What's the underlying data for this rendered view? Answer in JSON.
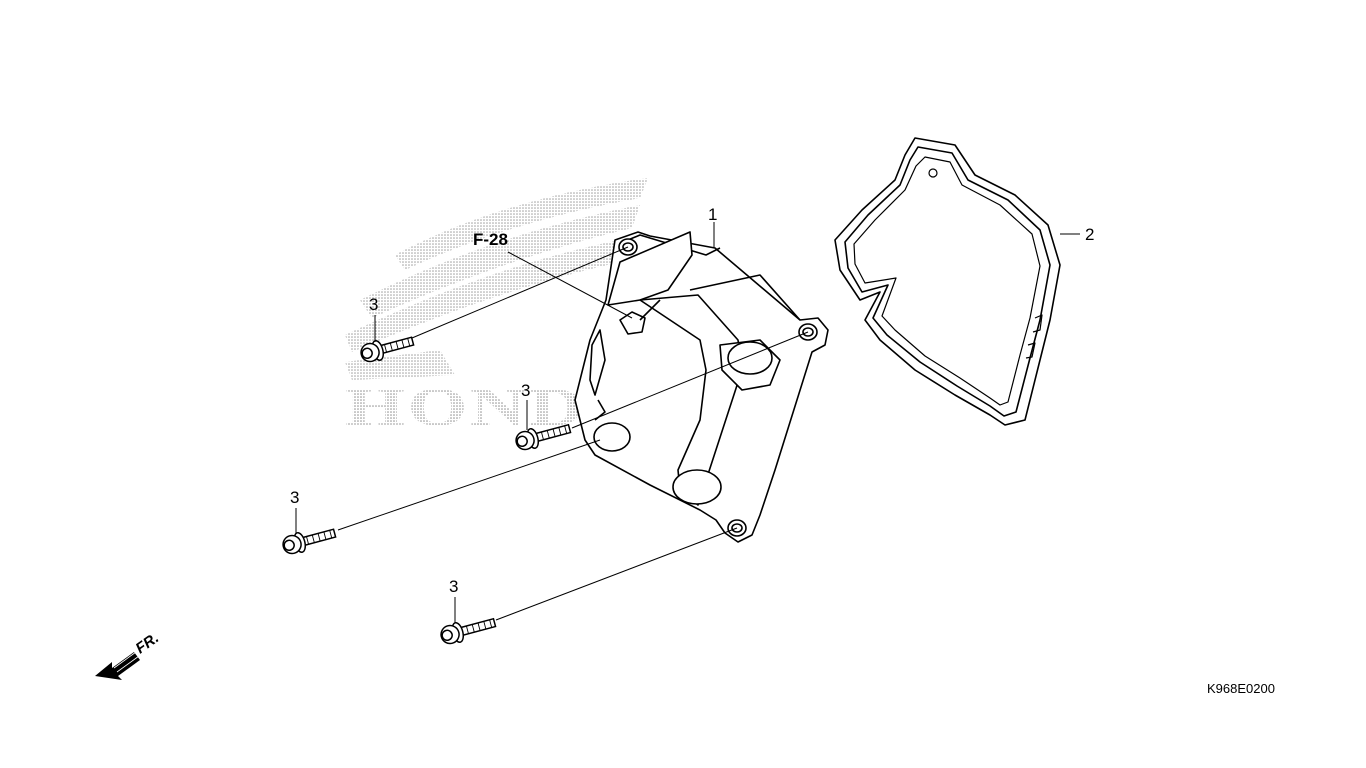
{
  "diagram": {
    "callouts": {
      "cover": "1",
      "gasket": "2",
      "bolt": "3"
    },
    "reference": "F-28",
    "direction_label": "FR.",
    "drawing_code": "K968E0200",
    "watermark": "HONDA",
    "colors": {
      "line": "#000000",
      "fill": "#ffffff",
      "watermark": "#9a9a9a"
    }
  }
}
